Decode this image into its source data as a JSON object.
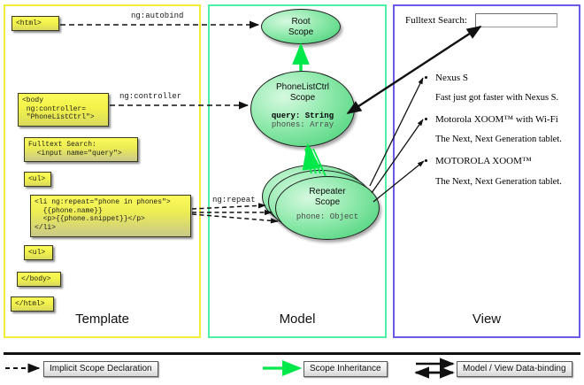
{
  "panels": [
    {
      "key": "template",
      "title": "Template",
      "border_color": "#f2ed3a"
    },
    {
      "key": "model",
      "title": "Model",
      "border_color": "#4ef0a6"
    },
    {
      "key": "view",
      "title": "View",
      "border_color": "#6a5ae8"
    }
  ],
  "template": {
    "boxes": [
      {
        "name": "html-open-tag",
        "text": "<html>"
      },
      {
        "name": "body-tag",
        "text": "<body\n ng:controller=\n \"PhoneListCtrl\">"
      },
      {
        "name": "fulltext-search-snippet",
        "text": "Fulltext Search:\n  <input name=\"query\">"
      },
      {
        "name": "ul-open-tag",
        "text": "<ul>"
      },
      {
        "name": "li-repeat-snippet",
        "text": "<li ng:repeat=\"phone in phones\">\n  {{phone.name}}\n  <p>{{phone.snippet}}</p>\n</li>"
      },
      {
        "name": "ul-close-tag",
        "text": "<ul>"
      },
      {
        "name": "body-close-tag",
        "text": "</body>"
      },
      {
        "name": "html-close-tag",
        "text": "</html>"
      }
    ]
  },
  "model": {
    "scopes": [
      {
        "name": "root-scope",
        "title": "Root\nScope",
        "props": []
      },
      {
        "name": "phonelistctrl-scope",
        "title": "PhoneListCtrl\nScope",
        "props": [
          {
            "text": "query: String",
            "style": "bold"
          },
          {
            "text": "phones: Array",
            "style": "dim"
          }
        ]
      },
      {
        "name": "repeater-scope",
        "title": "Repeater\nScope",
        "props": [
          {
            "text": "phone: Object",
            "style": "dim"
          }
        ]
      }
    ]
  },
  "view": {
    "search_label": "Fulltext Search:",
    "search_value": "",
    "search_placeholder": "",
    "items": [
      {
        "name": "Nexus S",
        "snippet": "Fast just got faster with Nexus S."
      },
      {
        "name": "Motorola XOOM™  with Wi-Fi",
        "snippet": "The Next, Next Generation tablet."
      },
      {
        "name": "MOTOROLA XOOM™",
        "snippet": "The Next, Next Generation tablet."
      }
    ]
  },
  "edges": [
    {
      "name": "ng-autobind",
      "label": "ng:autobind"
    },
    {
      "name": "ng-controller",
      "label": "ng:controller"
    },
    {
      "name": "ng-repeat",
      "label": "ng:repeat"
    }
  ],
  "legend": [
    {
      "name": "implicit-scope-declaration",
      "label": "Implicit Scope Declaration",
      "marker": "dashed-arrow",
      "color": "#111111"
    },
    {
      "name": "scope-inheritance",
      "label": "Scope Inheritance",
      "marker": "solid-green-arrow",
      "color": "#00e000"
    },
    {
      "name": "model-view-data-binding",
      "label": "Model / View Data-binding",
      "marker": "double-arrow",
      "color": "#111111"
    }
  ]
}
